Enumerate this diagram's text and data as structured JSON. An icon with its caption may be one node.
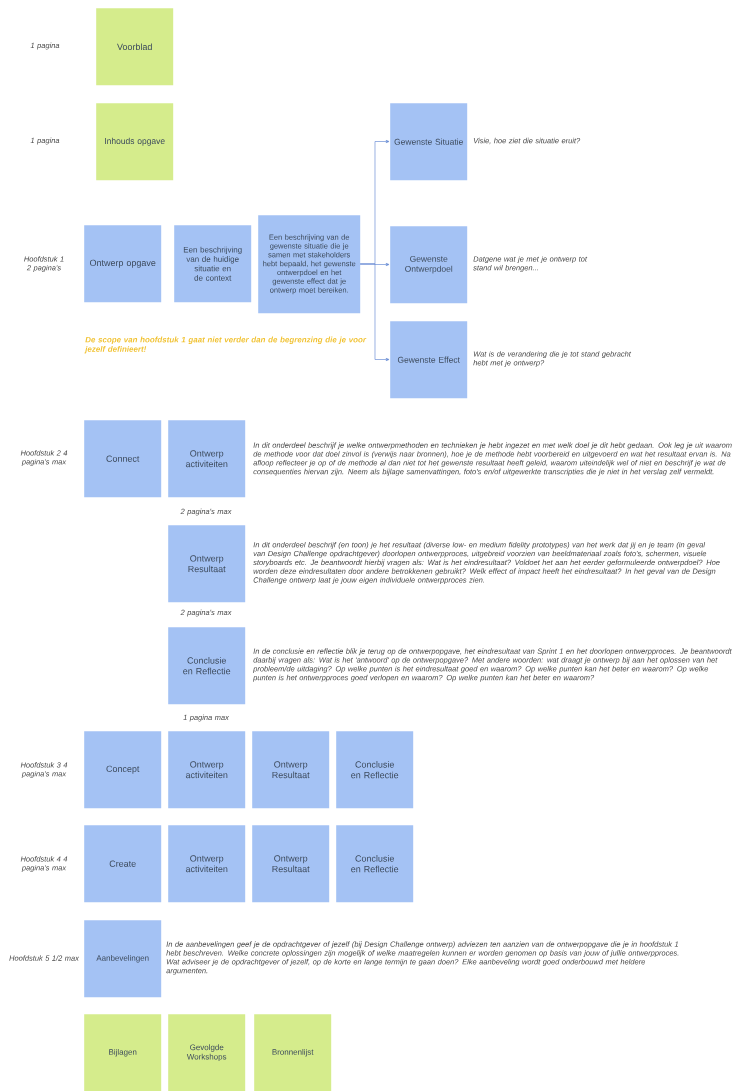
{
  "diagram": {
    "nodes": [
      {
        "text": [
          "Voorblad"
        ]
      },
      {
        "text": [
          "Inhouds opgave"
        ]
      },
      {
        "text": [
          "Ontwerp opgave"
        ]
      },
      {
        "text": [
          "Een beschrijving van de huidige situatie en de context"
        ]
      },
      {
        "text": [
          "Een beschrijving van de gewenste situatie die je samen met stakeholders hebt bepaald, het gewenste ontwerpdoel en het gewenste effect dat je ontwerp moet bereiken."
        ]
      },
      {
        "text": [
          "Gewenste Situatie"
        ],
        "beside": [
          "Visie, hoe ziet die situatie eruit?"
        ]
      },
      {
        "text": [
          "Gewenste Ontwerpdoel"
        ],
        "beside": [
          "Datgene wat je met je ontwerp tot stand wil brengen..."
        ]
      },
      {
        "text": [
          "Gewenste Effect"
        ],
        "beside": [
          "Wat is de verandering die je tot stand gebracht hebt met je ontwerp?"
        ]
      },
      {
        "text": [
          "Connect"
        ]
      },
      {
        "text": [
          "Ontwerp activiteiten"
        ],
        "beside": [
          "In dit onderdeel beschrijf je welke ontwerpmethoden en technieken je hebt ingezet en met welk doel je dit hebt gedaan. Ook leg je uit waarom de methode voor dat doel zinvol is (verwijs naar bronnen), hoe je de methode hebt voorbereid en uitgevoerd en wat het resultaat ervan is. Na afloop reflecteer je op of de methode al dan niet tot het gewenste resultaat heeft geleid, waarom uiteindelijk wel of niet en beschrijf je wat de consequenties hiervan zijn. Neem als bijlage samenvattingen, foto's en/of uitgewerkte transcripties die je niet in het verslag zelf vermeldt.",
          "2 pagina's max"
        ]
      },
      {
        "text": [
          "Ontwerp Resultaat"
        ],
        "beside": [
          "In dit onderdeel beschrijf (en toon) je het resultaat (diverse low- en medium fidelity prototypes) van het werk dat jij en je team (in geval van Design Challenge opdrachtgever) doorlopen ontwerpproces, uitgebreid voorzien van beeldmateriaal zoals foto's, schermen, visuele storyboards etc. Je beantwoordt hierbij vragen als: Wat is het eindresultaat? Voldoet het aan het eerder geformuleerde ontwerpdoel? Hoe worden deze eindresultaten door andere betrokkenen gebruikt? Welk effect of impact heeft het eindresultaat? In het geval van de Design Challenge ontwerp laat je jouw eigen individuele ontwerpproces zien.",
          "2 pagina's max"
        ]
      },
      {
        "text": [
          "Conclusie en Reflectie"
        ],
        "beside": [
          "In de conclusie en reflectie blik je terug op de ontwerpopgave, het eindresultaat van Sprint 1 en het doorlopen ontwerpproces. Je beantwoordt daarbij vragen als: Wat is het 'antwoord' op de ontwerpopgave? Met andere woorden: wat draagt je ontwerp bij aan het oplossen van het probleem/de uitdaging? Op welke punten is het eindresultaat goed en waarom? Op welke punten kan het beter en waarom? Op welke punten is het ontwerpproces goed verlopen en waarom? Op welke punten kan het beter en waarom?",
          "1 pagina max"
        ]
      },
      {
        "text": [
          "Concept"
        ]
      },
      {
        "text": [
          "Ontwerp activiteiten"
        ]
      },
      {
        "text": [
          "Ontwerp Resultaat"
        ]
      },
      {
        "text": [
          "Conclusie en Reflectie"
        ]
      },
      {
        "text": [
          "Create"
        ]
      },
      {
        "text": [
          "Ontwerp activiteiten"
        ]
      },
      {
        "text": [
          "Ontwerp Resultaat"
        ]
      },
      {
        "text": [
          "Conclusie en Reflectie"
        ]
      },
      {
        "text": [
          "Aanbevelingen"
        ],
        "beside": [
          "In de aanbevelingen geef je de opdrachtgever of jezelf (bij Design Challenge ontwerp) adviezen ten aanzien van de ontwerpopgave die je in hoofdstuk 1 hebt beschreven. Welke concrete oplossingen zijn mogelijk of welke maatregelen kunnen er worden genomen op basis van jouw of jullie ontwerpproces. Wat adviseer je de opdrachtgever of jezelf, op de korte en lange termijn te gaan doen? Elke aanbeveling wordt goed onderbouwd met heldere argumenten."
        ]
      },
      {
        "text": [
          "Bijlagen"
        ]
      },
      {
        "text": [
          "Gevolgde Workshops"
        ]
      },
      {
        "text": [
          "Bronnenlijst"
        ]
      }
    ],
    "edges": [
      {
        "from": 4,
        "to": 5,
        "arrow": "to"
      },
      {
        "from": 4,
        "to": 6,
        "arrow": "to"
      },
      {
        "from": 4,
        "to": 7,
        "arrow": "to"
      }
    ],
    "labels": [
      "1 pagina",
      "1 pagina",
      "Hoofdstuk 1 2 pagina's",
      "De scope van hoofdstuk 1 gaat niet verder dan de begrenzing die je voor jezelf definieert!",
      "Hoofdstuk 2 4 pagina's max",
      "Hoofdstuk 3 4 pagina's max",
      "Hoofdstuk 4 4 pagina's max",
      "Hoofdstuk 5 1/2 max"
    ]
  }
}
